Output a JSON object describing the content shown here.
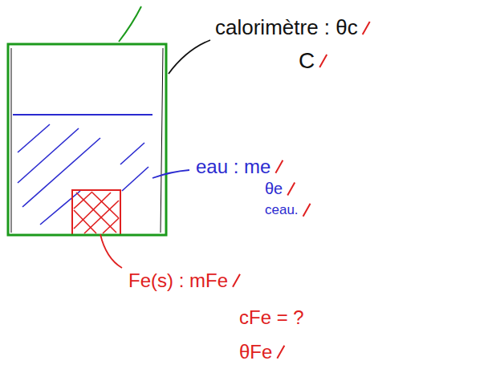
{
  "diagram": {
    "labels": [
      "calorimètre : θc",
      "C",
      "eau : me",
      "θe",
      "ceau.",
      "Fe(s) : mFe",
      "cFe = ?",
      "θFe"
    ]
  }
}
